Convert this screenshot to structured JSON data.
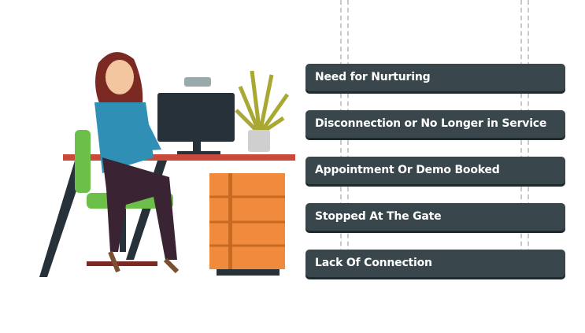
{
  "labels": [
    "Need for Nurturing",
    "Disconnection or No Longer in Service",
    "Appointment Or Demo Booked",
    "Stopped At The Gate",
    "Lack Of Connection"
  ],
  "colors": {
    "label_bg": "#39464c",
    "drawer": "#f08a3c",
    "desk_top": "#c9493a",
    "chair": "#6cc04a",
    "jacket": "#2f8fb5"
  }
}
